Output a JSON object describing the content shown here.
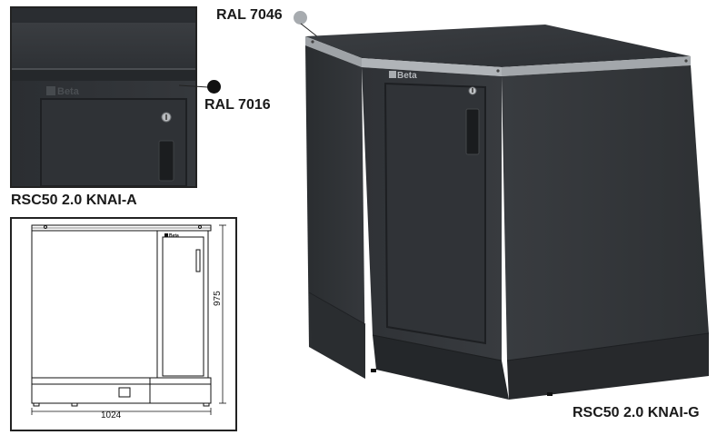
{
  "labels": {
    "top_finish": "RAL 7046",
    "body_finish": "RAL 7016",
    "detail_model": "RSC50 2.0 KNAI-A",
    "product_model": "RSC50 2.0 KNAI-G"
  },
  "brand": {
    "logo_text": "Beta"
  },
  "dimensions": {
    "width": "1024",
    "height": "975"
  },
  "colors": {
    "top_finish": "#a7abaf",
    "body_finish": "#111111"
  },
  "icons": [
    "beta-logo",
    "key-lock-icon",
    "door-handle"
  ]
}
